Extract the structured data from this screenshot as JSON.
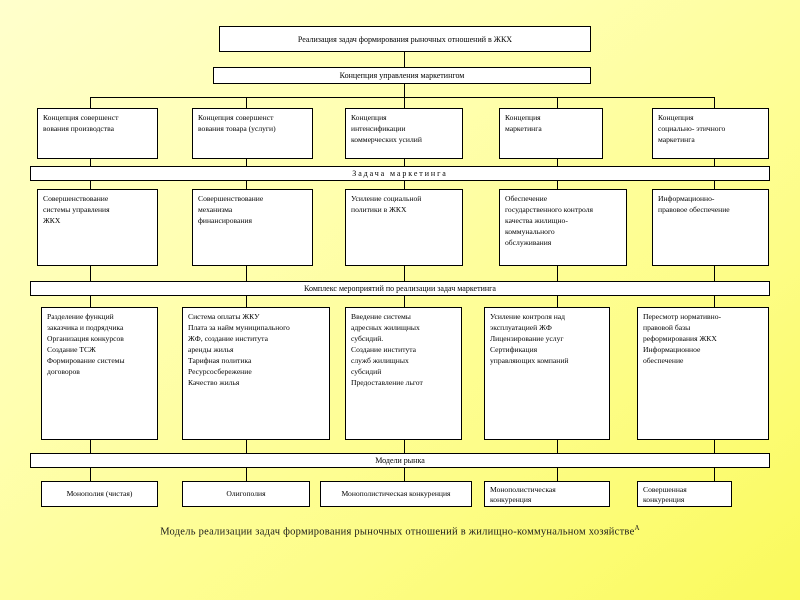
{
  "title_box": "Реализация задач формирования рыночных отношений в ЖКХ",
  "concept_bar": "Концепция управления маркетингом",
  "concepts": [
    {
      "lines": [
        "Концепция совершенст",
        "вования производства"
      ]
    },
    {
      "lines": [
        "Концепция совершенст",
        "вования товара  (услуги)"
      ]
    },
    {
      "lines": [
        "Концепция",
        "интенсификации",
        "коммерческих усилий"
      ]
    },
    {
      "lines": [
        "Концепция",
        "маркетинга"
      ]
    },
    {
      "lines": [
        "Концепция",
        "социально- этичного",
        "маркетинга"
      ]
    }
  ],
  "task_bar": "Задача маркетинга",
  "tasks": [
    {
      "lines": [
        "Совершенствование",
        "системы управления",
        "ЖКХ"
      ]
    },
    {
      "lines": [
        "Совершенствование",
        "механизма",
        "финансирования"
      ]
    },
    {
      "lines": [
        "Усиление социальной",
        "политики в ЖКХ"
      ]
    },
    {
      "lines": [
        "Обеспечение",
        "государственного контроля",
        "качества жилищно-",
        "коммунального",
        "обслуживания"
      ]
    },
    {
      "lines": [
        "Информационно-",
        "правовое обеспечение"
      ]
    }
  ],
  "complex_bar": "Комплекс мероприятий по реализации задач маркетинга",
  "measures": [
    {
      "lines": [
        "Разделение функций",
        "заказчика и подрядчика",
        "Организация конкурсов",
        "Создание  ТСЖ",
        "Формирование системы",
        "договоров"
      ]
    },
    {
      "lines": [
        "Система оплаты ЖКУ",
        "Плата за найм муниципального",
        "ЖФ, создание института",
        "аренды жилья",
        " Тарифная политика",
        "Ресурсосбережение",
        "Качество  жилья"
      ]
    },
    {
      "lines": [
        "Введение системы",
        "адресных  жилищных",
        "субсидий.",
        " Создание института",
        "служб жилищных",
        "субсидий",
        "Предоставление льгот"
      ]
    },
    {
      "lines": [
        "Усиление контроля над",
        "эксплуатацией ЖФ",
        "Лицензирование услуг",
        " Сертификация",
        "управляющих компаний"
      ]
    },
    {
      "lines": [
        "Пересмотр нормативно-",
        "правовой базы",
        "реформирования ЖКХ",
        "Информационное",
        "обеспечение"
      ]
    }
  ],
  "models_bar": "Модели рынка",
  "models": [
    {
      "lines": [
        "Монополия (чистая)"
      ],
      "align": "center"
    },
    {
      "lines": [
        "Олигополия"
      ],
      "align": "center"
    },
    {
      "lines": [
        "Монополистическая конкуренция"
      ],
      "align": "center"
    },
    {
      "lines": [
        "Монополистическая",
        "конкуренция"
      ],
      "align": "left"
    },
    {
      "lines": [
        "Совершенная",
        "конкуренция"
      ],
      "align": "left"
    }
  ],
  "caption": "Модель реализации задач формирования рыночных отношений в жилищно-коммунальном хозяйстве",
  "caption_superscript": "А",
  "colors": {
    "background_top": "#ffffcc",
    "background_bottom": "#fafa5a",
    "box_fill": "#ffffff",
    "stroke": "#000000",
    "text": "#000000"
  }
}
